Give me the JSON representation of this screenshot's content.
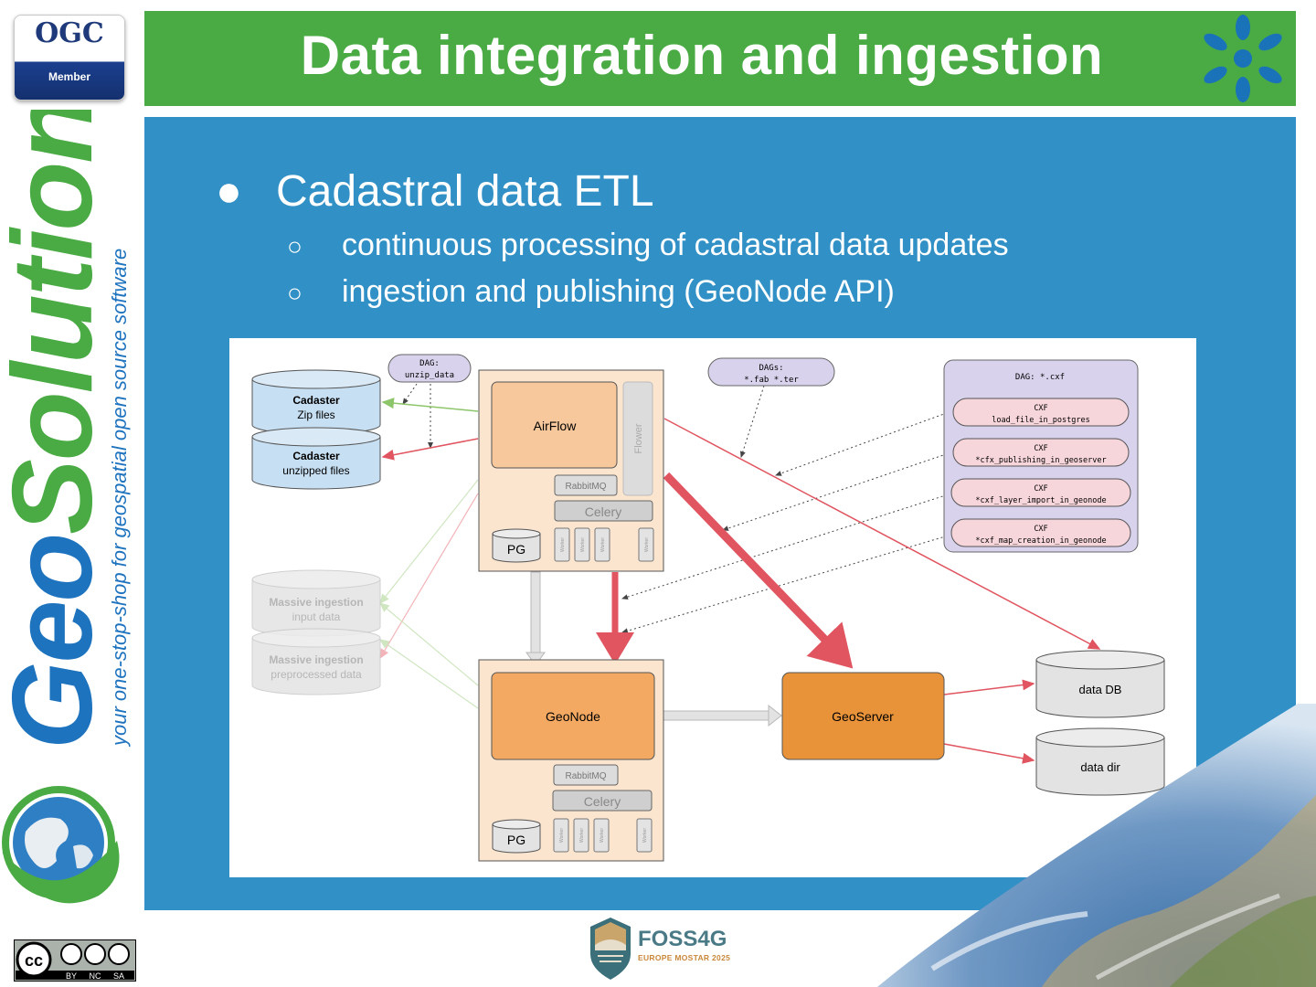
{
  "logo_ogc": {
    "name": "OGC",
    "sub": "Member"
  },
  "brand": {
    "name": "GeoSolutions",
    "tagline": "your one-stop-shop for geospatial open source software"
  },
  "title": "Data integration and ingestion",
  "bullets": {
    "main": "Cadastral data ETL",
    "main_marker": "●",
    "sub_marker": "○",
    "sub": [
      "continuous processing of cadastral data updates",
      "ingestion and publishing (GeoNode API)"
    ]
  },
  "diagram": {
    "dag_unzip": [
      "DAG:",
      "unzip_data"
    ],
    "dags_fab": [
      "DAGs:",
      "*.fab *.ter"
    ],
    "dag_cxf": "DAG: *.cxf",
    "cadaster_zip": [
      "Cadaster",
      "Zip files"
    ],
    "cadaster_unzipped": [
      "Cadaster",
      "unzipped files"
    ],
    "massive_input": [
      "Massive ingestion",
      "input data"
    ],
    "massive_pre": [
      "Massive ingestion",
      "preprocessed data"
    ],
    "airflow": "AirFlow",
    "flower": "Flower",
    "rabbitmq": "RabbitMQ",
    "celery": "Celery",
    "pg": "PG",
    "worker": "Worker",
    "geonode": "GeoNode",
    "geoserver": "GeoServer",
    "data_db": "data DB",
    "data_dir": "data dir",
    "cxf_tasks": [
      {
        "head": "CXF",
        "name": "load_file_in_postgres"
      },
      {
        "head": "CXF",
        "name": "*cfx_publishing_in_geoserver"
      },
      {
        "head": "CXF",
        "name": "*cxf_layer_import_in_geonode"
      },
      {
        "head": "CXF",
        "name": "*cxf_map_creation_in_geonode"
      }
    ]
  },
  "footer": {
    "license": {
      "cc": "cc",
      "labels": [
        "BY",
        "NC",
        "SA"
      ]
    },
    "event": {
      "name": "FOSS4G",
      "sub": "EUROPE MOSTAR 2025"
    }
  },
  "colors": {
    "header_green": "#4aab44",
    "content_blue": "#3190c6",
    "brand_blue": "#1e73be",
    "brand_green": "#4aab44",
    "geoserver_orange": "#e8923a",
    "arrow_red": "#e05560"
  }
}
